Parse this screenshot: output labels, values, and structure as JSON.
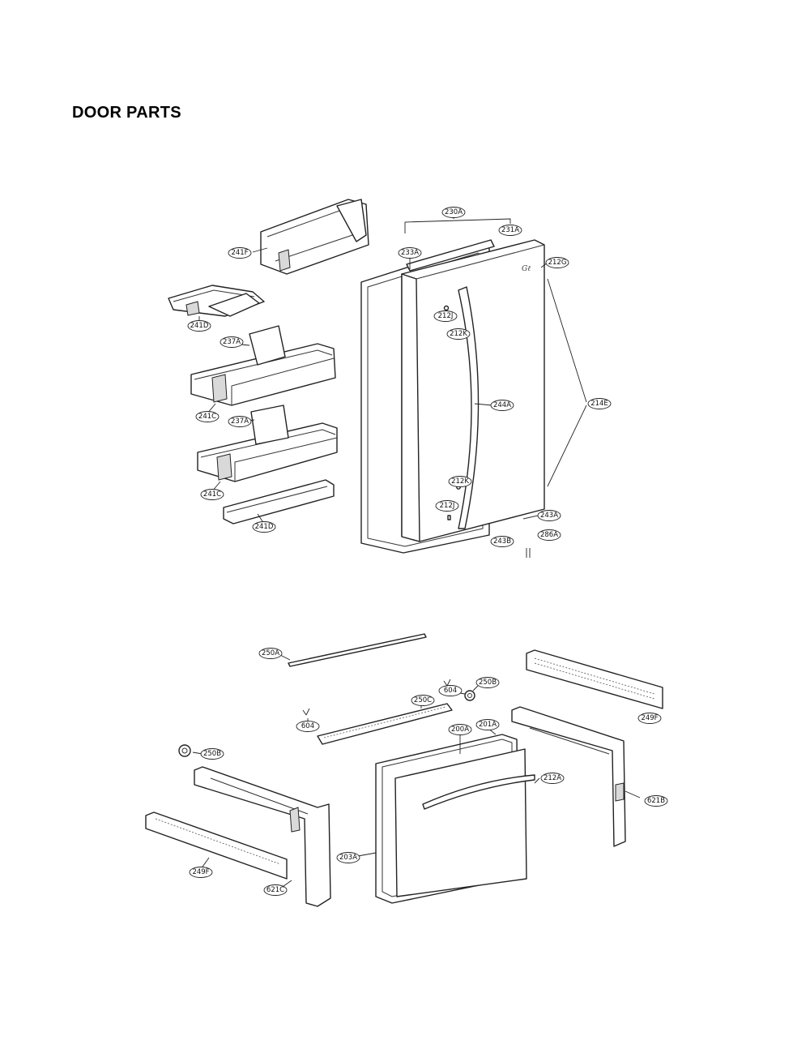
{
  "title": "DOOR PARTS",
  "callouts": [
    {
      "id": "c230A",
      "label": "230A"
    },
    {
      "id": "c231A",
      "label": "231A"
    },
    {
      "id": "c233A",
      "label": "233A"
    },
    {
      "id": "c212G",
      "label": "212G"
    },
    {
      "id": "c241F",
      "label": "241F"
    },
    {
      "id": "c241D_top",
      "label": "241D"
    },
    {
      "id": "c237A_1",
      "label": "237A"
    },
    {
      "id": "c241C_1",
      "label": "241C"
    },
    {
      "id": "c237A_2",
      "label": "237A"
    },
    {
      "id": "c241C_2",
      "label": "241C"
    },
    {
      "id": "c241D",
      "label": "241D"
    },
    {
      "id": "c212J_1",
      "label": "212J"
    },
    {
      "id": "c212K_1",
      "label": "212K"
    },
    {
      "id": "c244A",
      "label": "244A"
    },
    {
      "id": "c214E",
      "label": "214E"
    },
    {
      "id": "c212K_2",
      "label": "212K"
    },
    {
      "id": "c212J_2",
      "label": "212J"
    },
    {
      "id": "c243A",
      "label": "243A"
    },
    {
      "id": "c243B",
      "label": "243B"
    },
    {
      "id": "c286A",
      "label": "286A"
    },
    {
      "id": "c250A",
      "label": "250A"
    },
    {
      "id": "c604_1",
      "label": "604"
    },
    {
      "id": "c250B_1",
      "label": "250B"
    },
    {
      "id": "c250C",
      "label": "250C"
    },
    {
      "id": "c249F_top",
      "label": "249F"
    },
    {
      "id": "c604_2",
      "label": "604"
    },
    {
      "id": "c200A",
      "label": "200A"
    },
    {
      "id": "c201A",
      "label": "201A"
    },
    {
      "id": "c250B_2",
      "label": "250B"
    },
    {
      "id": "c212A",
      "label": "212A"
    },
    {
      "id": "c621B",
      "label": "621B"
    },
    {
      "id": "c203A",
      "label": "203A"
    },
    {
      "id": "c249F",
      "label": "249F"
    },
    {
      "id": "c621C",
      "label": "621C"
    }
  ]
}
